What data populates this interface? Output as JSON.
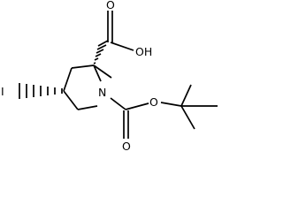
{
  "molecule": {
    "atoms": {
      "iodine": "I",
      "ring_nitrogen": "N",
      "acid_carbonyl_oxygen": "O",
      "acid_hydroxyl": "OH",
      "boc_carbonyl_oxygen": "O",
      "boc_ester_oxygen": "O"
    },
    "colors": {
      "bond": "#000000",
      "label": "#000000",
      "background": "#ffffff"
    }
  }
}
